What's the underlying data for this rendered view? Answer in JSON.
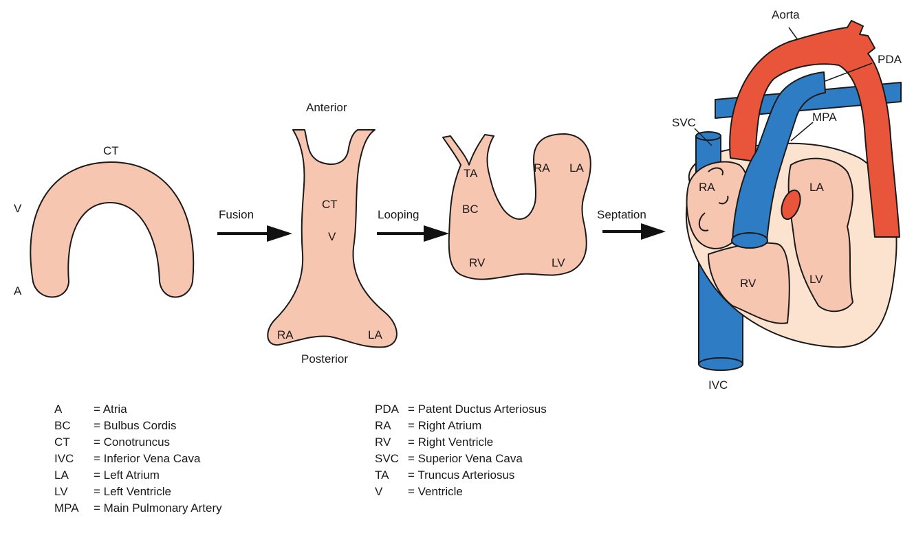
{
  "colors": {
    "tissue": "#f7c6b0",
    "wall": "#fbe3cf",
    "aorta": "#e8553a",
    "venous": "#2e7cc4"
  },
  "stage1": {
    "ct": "CT",
    "v": "V",
    "a": "A"
  },
  "stage2": {
    "anterior": "Anterior",
    "ct": "CT",
    "v": "V",
    "ra": "RA",
    "la": "LA",
    "posterior": "Posterior"
  },
  "stage3": {
    "ta": "TA",
    "bc": "BC",
    "ra": "RA",
    "la": "LA",
    "rv": "RV",
    "lv": "LV"
  },
  "stage4": {
    "aorta": "Aorta",
    "pda": "PDA",
    "svc": "SVC",
    "mpa": "MPA",
    "ra": "RA",
    "la": "LA",
    "rv": "RV",
    "lv": "LV",
    "ivc": "IVC"
  },
  "arrows": {
    "fusion": "Fusion",
    "looping": "Looping",
    "septation": "Septation"
  },
  "legend_left": [
    {
      "abbr": "A",
      "def": "= Atria"
    },
    {
      "abbr": "BC",
      "def": "= Bulbus Cordis"
    },
    {
      "abbr": "CT",
      "def": "= Conotruncus"
    },
    {
      "abbr": "IVC",
      "def": "= Inferior Vena Cava"
    },
    {
      "abbr": "LA",
      "def": "= Left Atrium"
    },
    {
      "abbr": "LV",
      "def": "= Left Ventricle"
    },
    {
      "abbr": "MPA",
      "def": "= Main Pulmonary Artery"
    }
  ],
  "legend_right": [
    {
      "abbr": "PDA",
      "def": "= Patent Ductus Arteriosus"
    },
    {
      "abbr": "RA",
      "def": "= Right Atrium"
    },
    {
      "abbr": "RV",
      "def": "= Right Ventricle"
    },
    {
      "abbr": "SVC",
      "def": "= Superior Vena Cava"
    },
    {
      "abbr": "TA",
      "def": "= Truncus Arteriosus"
    },
    {
      "abbr": "V",
      "def": "= Ventricle"
    }
  ]
}
